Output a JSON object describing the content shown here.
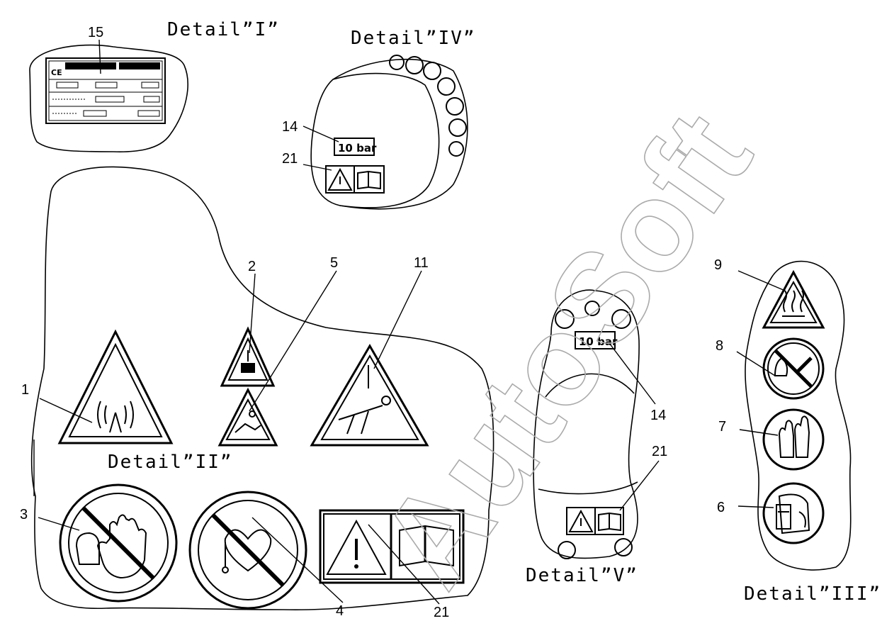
{
  "details": {
    "d1": "Detail”I”",
    "d2": "Detail”II”",
    "d3": "Detail”III”",
    "d4": "Detail”IV”",
    "d5": "Detail”V”"
  },
  "callouts": {
    "c1": "1",
    "c2": "2",
    "c3": "3",
    "c4": "4",
    "c5": "5",
    "c6": "6",
    "c7": "7",
    "c8": "8",
    "c9": "9",
    "c11": "11",
    "c14a": "14",
    "c14b": "14",
    "c15": "15",
    "c21a": "21",
    "c21b": "21",
    "c21c": "21"
  },
  "labels": {
    "pressure_iv": "10 bar",
    "pressure_v": "10 bar"
  },
  "watermark": "AutoSoft",
  "icons": [
    "ce-mark",
    "electromagnetic-warning-icon",
    "falling-object-warning-icon",
    "hand-crush-warning-icon",
    "person-fall-warning-icon",
    "no-touch-icon",
    "no-pacemaker-icon",
    "warning-manual-icon",
    "hot-surface-icon",
    "no-open-flame-icon",
    "gloves-icon",
    "face-shield-icon"
  ]
}
